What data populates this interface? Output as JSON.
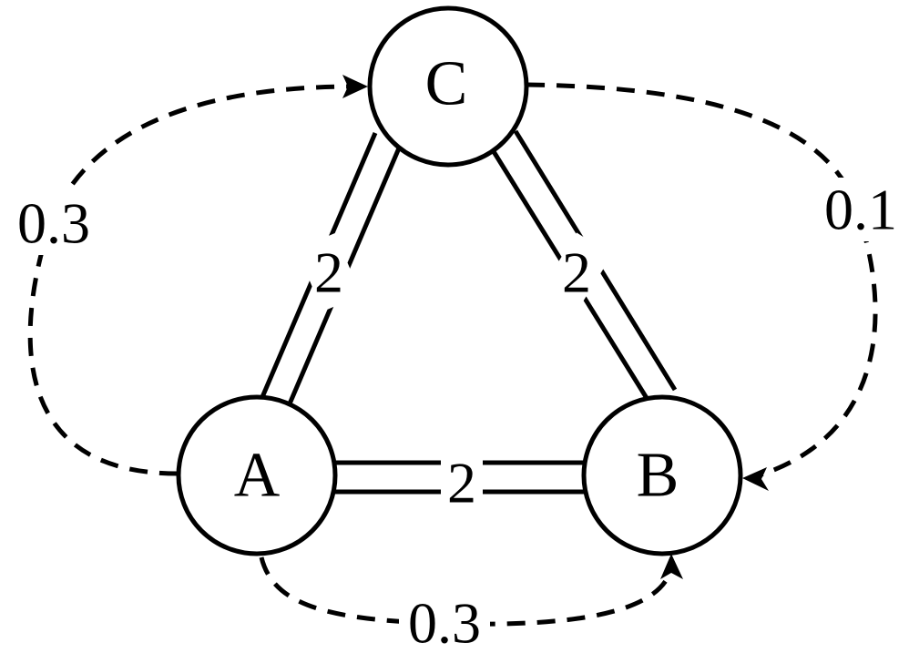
{
  "nodes": {
    "a": {
      "label": "A"
    },
    "b": {
      "label": "B"
    },
    "c": {
      "label": "C"
    }
  },
  "edges": {
    "ab": {
      "weight": "2"
    },
    "ac": {
      "weight": "2"
    },
    "bc": {
      "weight": "2"
    }
  },
  "arcs": {
    "a_to_c": {
      "weight": "0.3"
    },
    "c_to_b": {
      "weight": "0.1"
    },
    "a_to_b": {
      "weight": "0.3"
    }
  },
  "colors": {
    "stroke": "#000000",
    "background": "#ffffff"
  }
}
